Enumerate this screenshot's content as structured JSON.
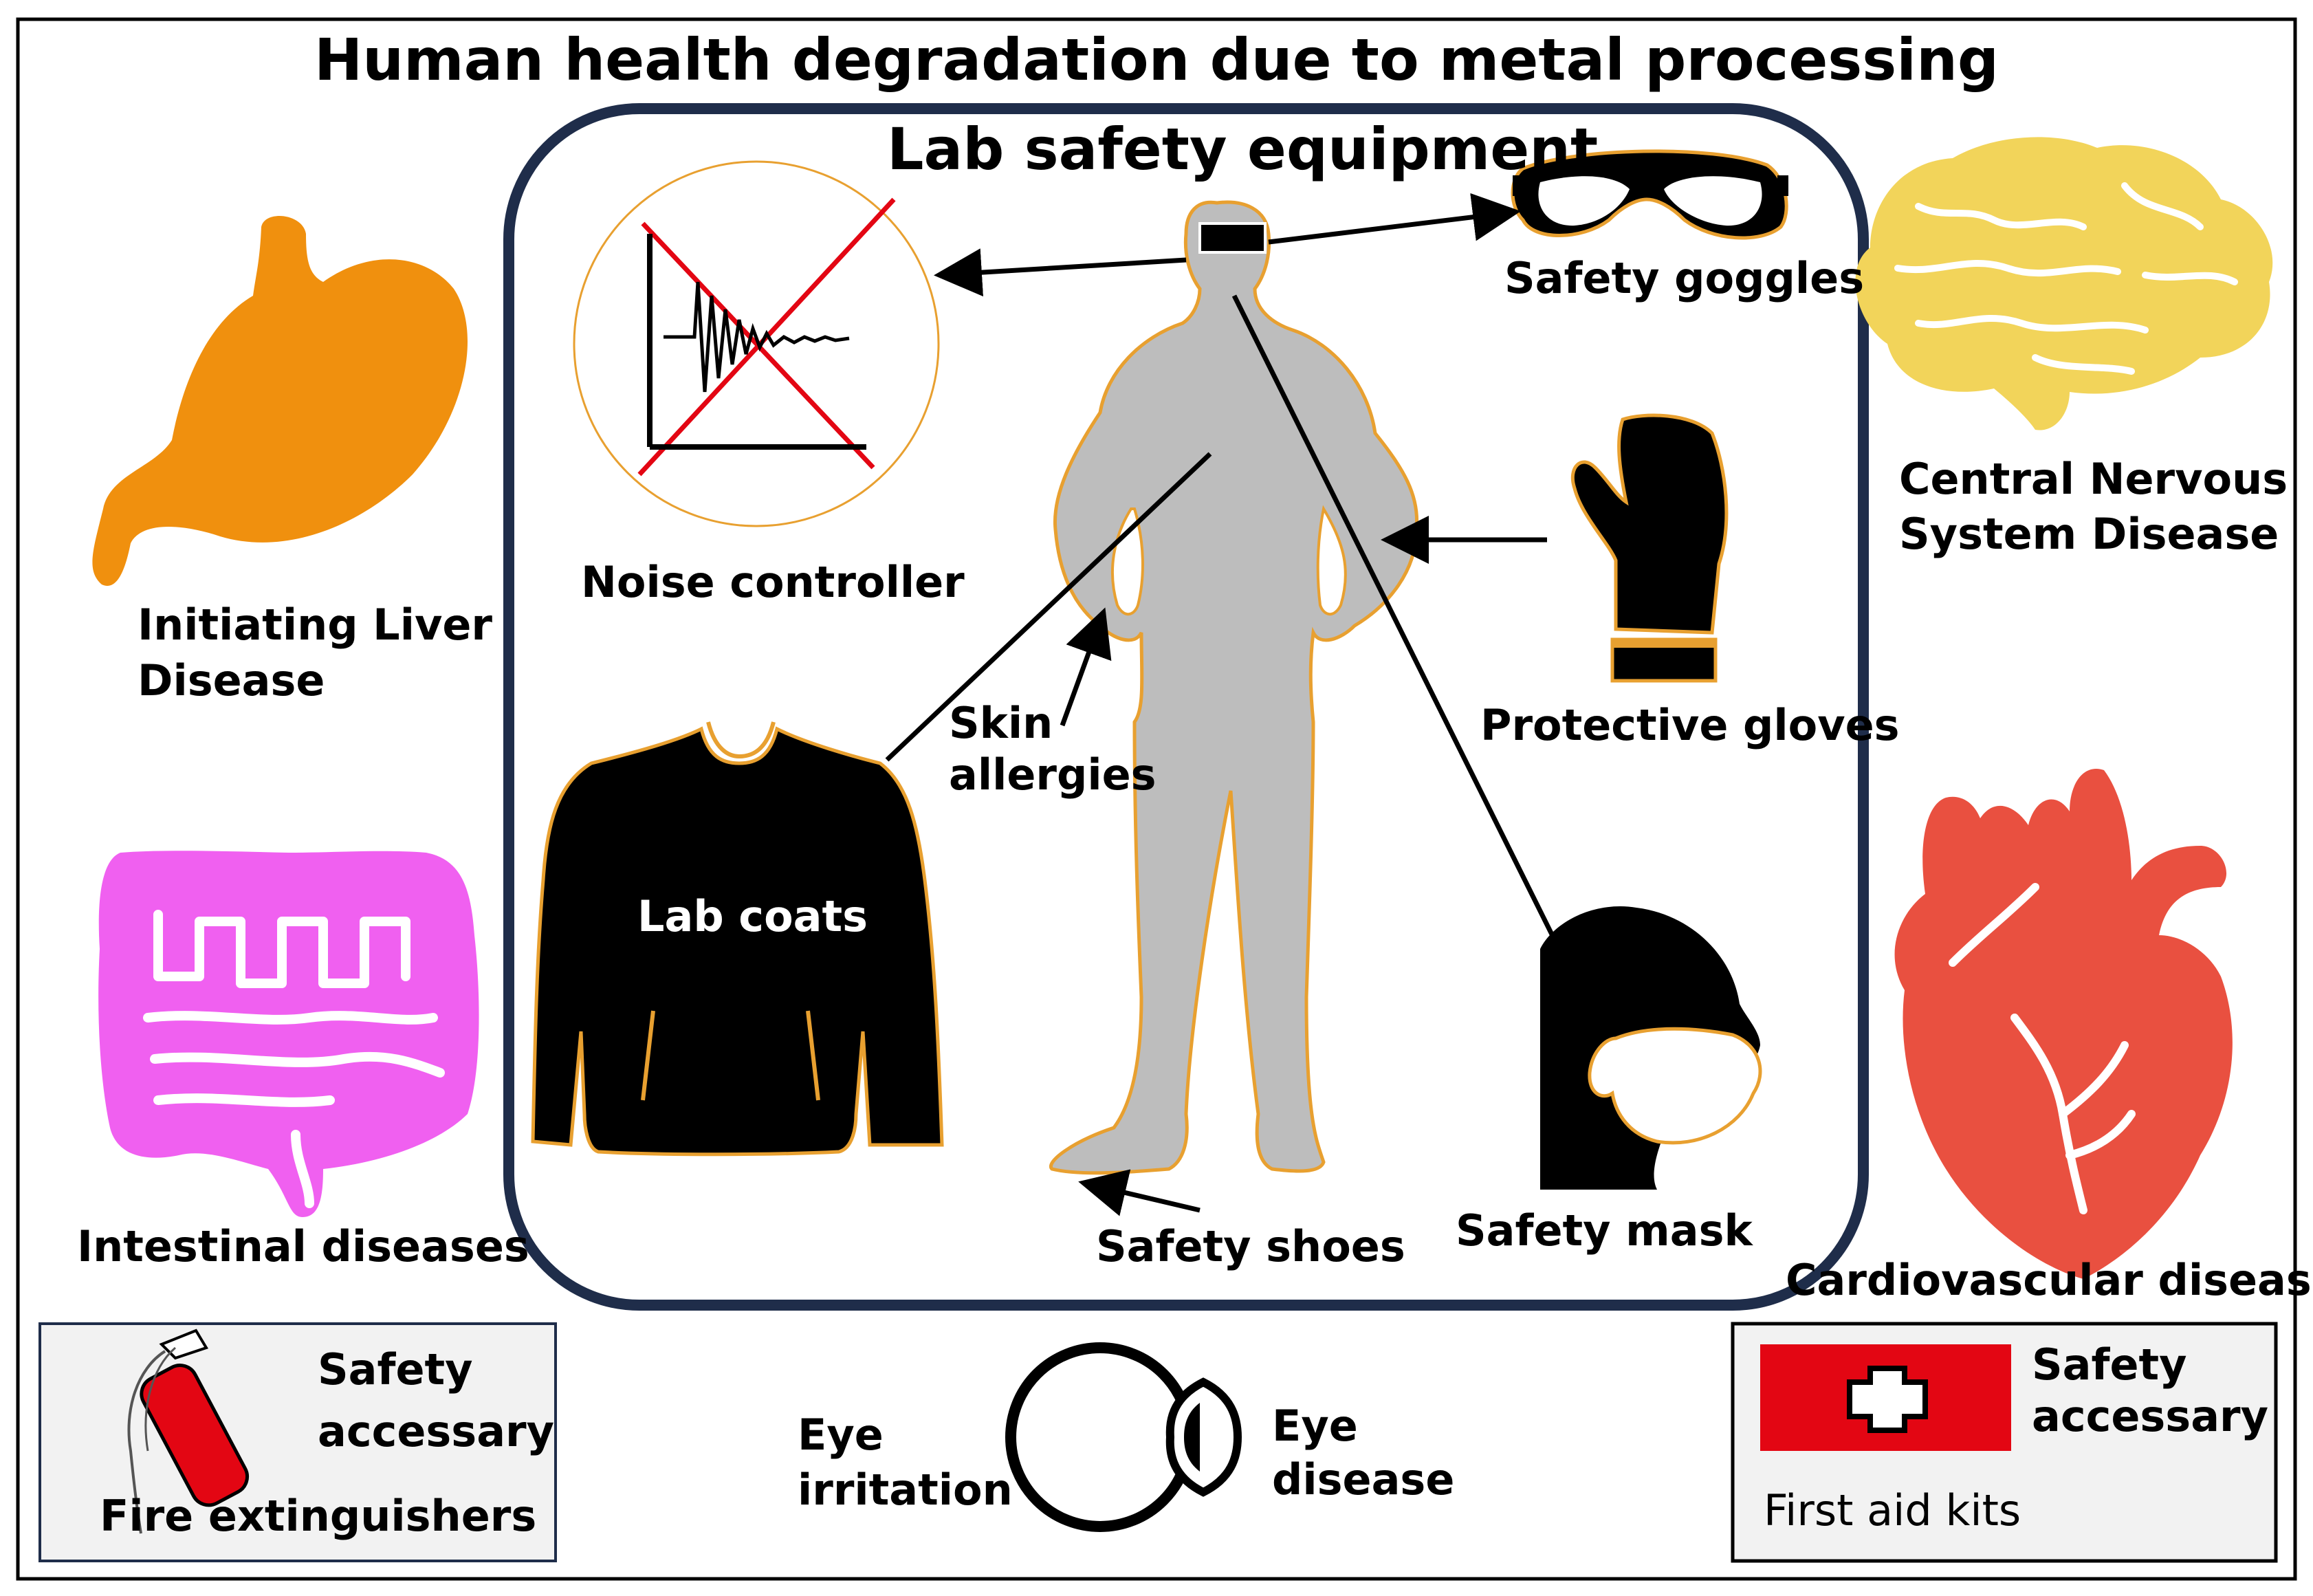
{
  "title": "Human health degradation due to metal processing",
  "subtitle": "Lab safety equipment",
  "equipment": {
    "noise_controller": "Noise controller",
    "safety_goggles": "Safety goggles",
    "protective_gloves": "Protective gloves",
    "lab_coats": "Lab coats",
    "safety_mask": "Safety mask",
    "safety_shoes": "Safety shoes",
    "skin_allergies_line1": "Skin",
    "skin_allergies_line2": "allergies"
  },
  "diseases": {
    "liver_line1": "Initiating Liver",
    "liver_line2": "Disease",
    "intestinal": "Intestinal diseases",
    "cns_line1": "Central Nervous",
    "cns_line2": "System Disease",
    "cardio": "Cardiovascular diseases",
    "eye_irritation_line1": "Eye",
    "eye_irritation_line2": "irritation",
    "eye_disease_line1": "Eye",
    "eye_disease_line2": "disease"
  },
  "accessories": {
    "left_label_line1": "Safety",
    "left_label_line2": "accessary",
    "fire_extinguishers": "Fire extinguishers",
    "right_label_line1": "Safety",
    "right_label_line2": "accessary",
    "first_aid_kits": "First aid kits"
  },
  "colors": {
    "stomach": "#F0900E",
    "intestine": "#F060F0",
    "brain": "#F2D45A",
    "heart": "#E95040",
    "frame": "#1F2D4A",
    "figure": "#BDBDBD",
    "outline": "#E8A030",
    "red": "#E30613",
    "box_fill": "#F2F2F2"
  }
}
